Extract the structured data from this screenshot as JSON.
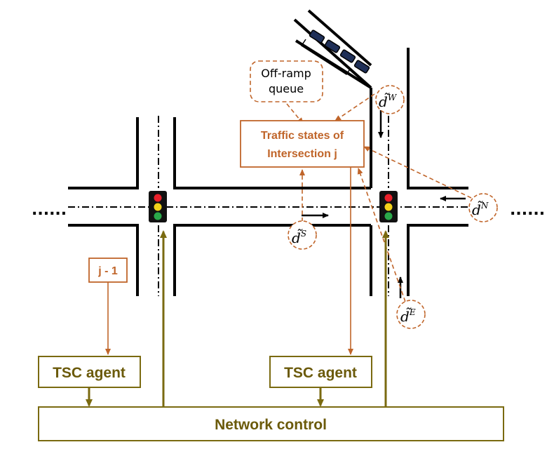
{
  "labels": {
    "offramp_line1": "Off-ramp",
    "offramp_line2": "queue",
    "traffic_states_line1": "Traffic states of",
    "traffic_states_line2": "Intersection j",
    "j_minus_1": "j - 1",
    "tsc_agent_left": "TSC agent",
    "tsc_agent_right": "TSC agent",
    "network_control": "Network control",
    "ellipsis_left": "......",
    "ellipsis_right": "......"
  },
  "demands": {
    "west": {
      "symbol": "d̃",
      "superscript": "W"
    },
    "north": {
      "symbol": "d̃",
      "superscript": "N"
    },
    "south": {
      "symbol": "d̃",
      "superscript": "S"
    },
    "east": {
      "symbol": "d̃",
      "superscript": "E"
    }
  },
  "colors": {
    "orange": "#c0652a",
    "olive": "#7a6a10",
    "road": "#000000",
    "light_red": "#e8202a",
    "light_yellow": "#f2d21a",
    "light_green": "#2aa84a"
  }
}
